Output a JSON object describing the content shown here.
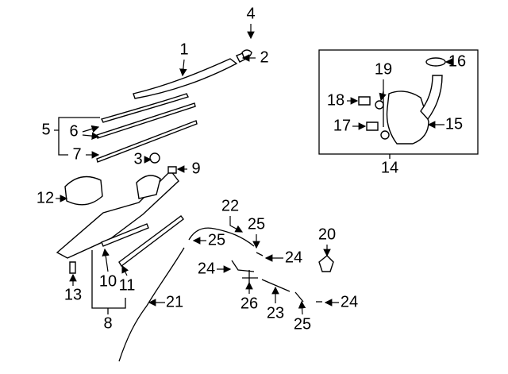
{
  "callouts": {
    "c1": "1",
    "c2": "2",
    "c3": "3",
    "c4": "4",
    "c5": "5",
    "c6": "6",
    "c7": "7",
    "c8": "8",
    "c9": "9",
    "c10": "10",
    "c11": "11",
    "c12": "12",
    "c13": "13",
    "c14": "14",
    "c15": "15",
    "c16": "16",
    "c17": "17",
    "c18": "18",
    "c19": "19",
    "c20": "20",
    "c21": "21",
    "c22": "22",
    "c23": "23",
    "c24a": "24",
    "c24b": "24",
    "c24c": "24",
    "c25a": "25",
    "c25b": "25",
    "c25c": "25",
    "c26": "26"
  }
}
